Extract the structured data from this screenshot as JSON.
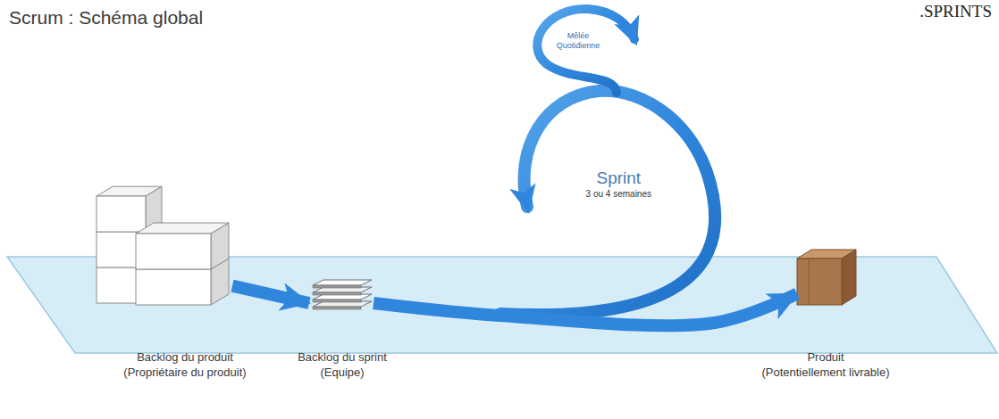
{
  "diagram": {
    "title": "Scrum : Schéma global",
    "nodes": [
      {
        "text": [
          "Backlog du produit",
          "(Propriétaire du produit)"
        ]
      },
      {
        "text": [
          "Backlog du sprint",
          "(Equipe)"
        ]
      },
      {
        "text": [
          "Mêlée Quotidienne"
        ]
      },
      {
        "text": [
          "Sprint",
          "3 ou 4 semaines"
        ]
      },
      {
        "text": [
          "Produit",
          "(Potentiellement livrable)"
        ]
      }
    ],
    "edges": [
      {
        "from": 0,
        "to": 1,
        "arrow": "to"
      },
      {
        "from": 1,
        "to": 4,
        "arrow": "to"
      }
    ],
    "labels": [
      ".SPRINTS"
    ]
  }
}
